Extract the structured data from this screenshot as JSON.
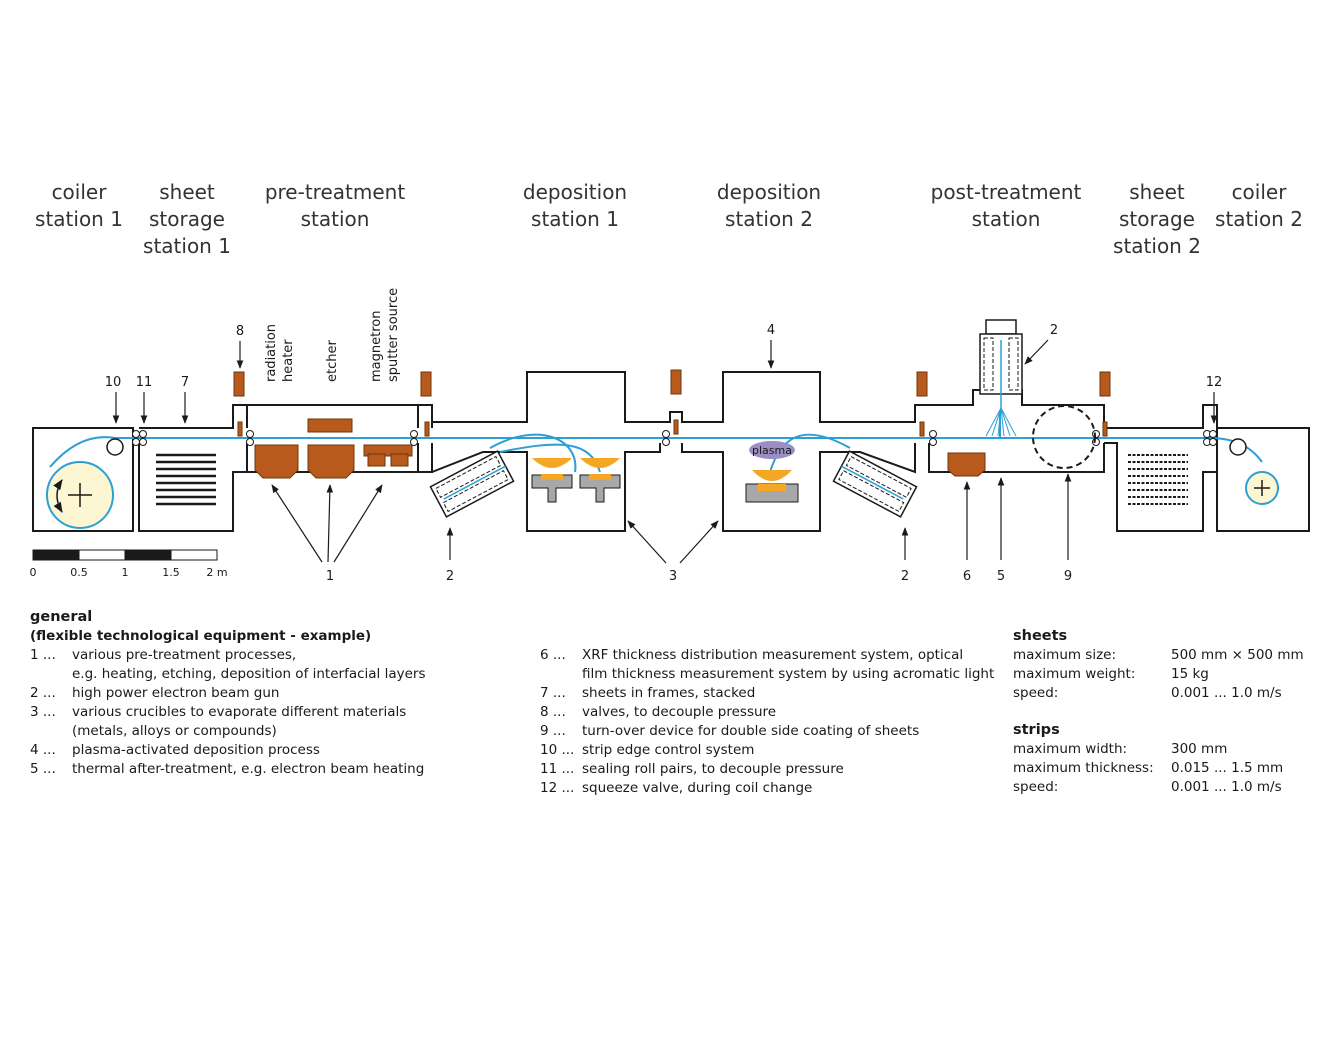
{
  "stations": [
    {
      "id": "coiler-1",
      "lines": [
        "coiler",
        "station 1"
      ]
    },
    {
      "id": "sheet-storage-1",
      "lines": [
        "sheet",
        "storage",
        "station 1"
      ]
    },
    {
      "id": "pre-treatment",
      "lines": [
        "pre-treatment",
        "station"
      ]
    },
    {
      "id": "deposition-1",
      "lines": [
        "deposition",
        "station 1"
      ]
    },
    {
      "id": "deposition-2",
      "lines": [
        "deposition",
        "station 2"
      ]
    },
    {
      "id": "post-treatment",
      "lines": [
        "post-treatment",
        "station"
      ]
    },
    {
      "id": "sheet-storage-2",
      "lines": [
        "sheet",
        "storage",
        "station 2"
      ]
    },
    {
      "id": "coiler-2",
      "lines": [
        "coiler",
        "station 2"
      ]
    }
  ],
  "pretreatment_labels": {
    "radiation": [
      "radiation",
      "heater"
    ],
    "etcher": "etcher",
    "magnetron": [
      "magnetron",
      "sputter source"
    ]
  },
  "plasma_label": "plasma",
  "callouts": {
    "n10": "10",
    "n11": "11",
    "n7": "7",
    "n8": "8",
    "n4": "4",
    "n2top": "2",
    "n12": "12",
    "n1": "1",
    "n2left": "2",
    "n3": "3",
    "n2right": "2",
    "n6": "6",
    "n5": "5",
    "n9": "9"
  },
  "scale": {
    "labels": [
      "0",
      "0.5",
      "1",
      "1.5",
      "2 m"
    ]
  },
  "colors": {
    "strip": "#2b9fd6",
    "component": "#b85a1c",
    "crucible": "#f5a623",
    "coil": "#fdf6d2",
    "plasma": "#9b8ec4",
    "gray": "#a8a8a8"
  },
  "legend": {
    "heading": "general",
    "subheading": "(flexible technological equipment - example)",
    "left": [
      {
        "n": "1 ...",
        "lines": [
          "various pre-treatment processes,",
          "e.g. heating, etching, deposition of interfacial layers"
        ]
      },
      {
        "n": "2 ...",
        "lines": [
          "high power electron beam gun"
        ]
      },
      {
        "n": "3 ...",
        "lines": [
          "various crucibles to evaporate different materials",
          "(metals, alloys or compounds)"
        ]
      },
      {
        "n": "4 ...",
        "lines": [
          "plasma-activated deposition process"
        ]
      },
      {
        "n": "5 ...",
        "lines": [
          "thermal after-treatment, e.g. electron beam heating"
        ]
      }
    ],
    "right": [
      {
        "n": "6 ...",
        "lines": [
          "XRF thickness distribution measurement system, optical",
          "film thickness measurement system by using acromatic light"
        ]
      },
      {
        "n": "7 ...",
        "lines": [
          "sheets in frames, stacked"
        ]
      },
      {
        "n": "8 ...",
        "lines": [
          "valves, to decouple pressure"
        ]
      },
      {
        "n": "9 ...",
        "lines": [
          "turn-over device for double side coating of sheets"
        ]
      },
      {
        "n": "10 ...",
        "lines": [
          "strip edge control system"
        ]
      },
      {
        "n": "11 ...",
        "lines": [
          "sealing roll pairs, to decouple pressure"
        ]
      },
      {
        "n": "12 ...",
        "lines": [
          "squeeze valve, during coil change"
        ]
      }
    ]
  },
  "specs": {
    "sheets": {
      "heading": "sheets",
      "rows": [
        {
          "k": "maximum size:",
          "v": "500 mm × 500 mm"
        },
        {
          "k": "maximum weight:",
          "v": "15 kg"
        },
        {
          "k": "speed:",
          "v": "0.001 ... 1.0 m/s"
        }
      ]
    },
    "strips": {
      "heading": "strips",
      "rows": [
        {
          "k": "maximum width:",
          "v": "300 mm"
        },
        {
          "k": "maximum thickness:",
          "v": "0.015 ... 1.5 mm"
        },
        {
          "k": "speed:",
          "v": "0.001 ... 1.0 m/s"
        }
      ]
    }
  }
}
